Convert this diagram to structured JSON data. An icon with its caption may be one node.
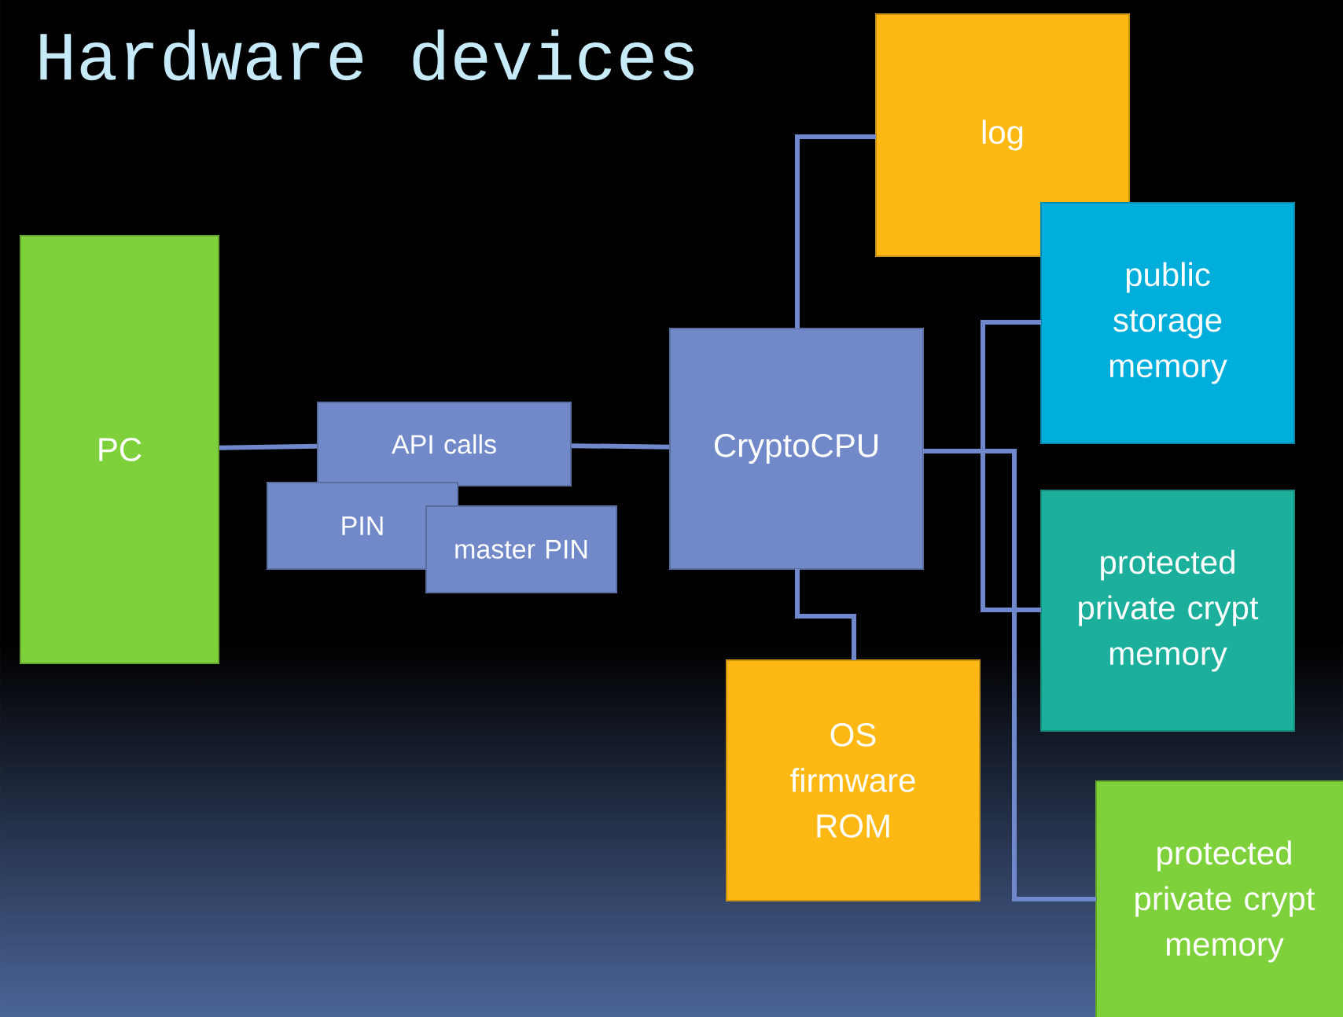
{
  "diagram": {
    "title": "Hardware devices",
    "nodes": [
      {
        "text": [
          "PC"
        ]
      },
      {
        "text": [
          "API calls"
        ]
      },
      {
        "text": [
          "PIN"
        ]
      },
      {
        "text": [
          "master PIN"
        ]
      },
      {
        "text": [
          "CryptoCPU"
        ]
      },
      {
        "text": [
          "log"
        ]
      },
      {
        "text": [
          "public storage memory"
        ]
      },
      {
        "text": [
          "protected private crypt memory"
        ]
      },
      {
        "text": [
          "OS firmware ROM"
        ]
      },
      {
        "text": [
          "protected private crypt memory"
        ]
      }
    ],
    "edges": [
      {
        "from": 0,
        "to": 1,
        "arrow": "none"
      },
      {
        "from": 1,
        "to": 4,
        "arrow": "none"
      },
      {
        "from": 4,
        "to": 5,
        "arrow": "none"
      },
      {
        "from": 4,
        "to": 8,
        "arrow": "none"
      },
      {
        "from": 4,
        "to": 6,
        "arrow": "none"
      },
      {
        "from": 4,
        "to": 7,
        "arrow": "none"
      },
      {
        "from": 4,
        "to": 9,
        "arrow": "none"
      }
    ]
  }
}
